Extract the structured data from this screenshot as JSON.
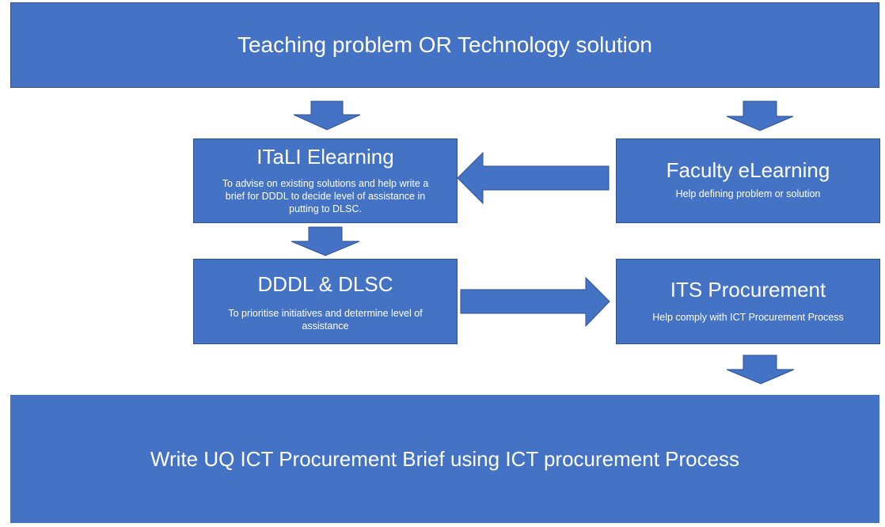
{
  "top": {
    "title": "Teaching problem OR Technology solution"
  },
  "itali": {
    "title": "ITaLI Elearning",
    "desc_lines": [
      "To advise on existing solutions and help write a",
      "brief for DDDL to decide level of assistance in",
      "putting to DLSC."
    ]
  },
  "faculty": {
    "title": "Faculty eLearning",
    "desc": "Help defining problem or solution"
  },
  "dddl": {
    "title": "DDDL & DLSC",
    "desc_lines": [
      "To prioritise initiatives and determine level of",
      "assistance"
    ]
  },
  "its": {
    "title": "ITS Procurement",
    "desc": "Help comply with ICT Procurement Process"
  },
  "bottom": {
    "title": "Write UQ ICT Procurement Brief using ICT procurement Process"
  },
  "colors": {
    "box_fill": "#4472c4",
    "box_border": "#2f528f",
    "text": "#ffffff"
  }
}
